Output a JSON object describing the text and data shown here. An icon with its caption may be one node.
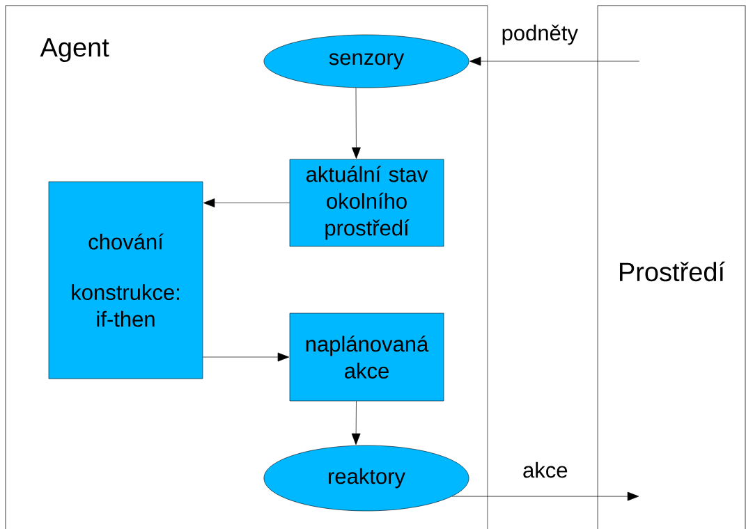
{
  "diagram": {
    "nodes": [
      {
        "text": [
          "Agent"
        ]
      },
      {
        "text": [
          "senzory"
        ],
        "in": 0
      },
      {
        "text": [
          "aktuální stav okolního prostředí"
        ],
        "in": 0
      },
      {
        "text": [
          "chování",
          "konstrukce: if-then"
        ],
        "in": 0
      },
      {
        "text": [
          "naplánovaná akce"
        ],
        "in": 0
      },
      {
        "text": [
          "reaktory"
        ],
        "in": 0
      },
      {
        "text": [
          "Prostředí"
        ]
      }
    ],
    "edges": [
      {
        "from": 6,
        "to": 1,
        "arrow": "to",
        "label": "podněty"
      },
      {
        "from": 1,
        "to": 2,
        "arrow": "to"
      },
      {
        "from": 2,
        "to": 3,
        "arrow": "to"
      },
      {
        "from": 3,
        "to": 4,
        "arrow": "to"
      },
      {
        "from": 4,
        "to": 5,
        "arrow": "to"
      },
      {
        "from": 5,
        "to": 6,
        "arrow": "to",
        "label": "akce"
      }
    ]
  }
}
